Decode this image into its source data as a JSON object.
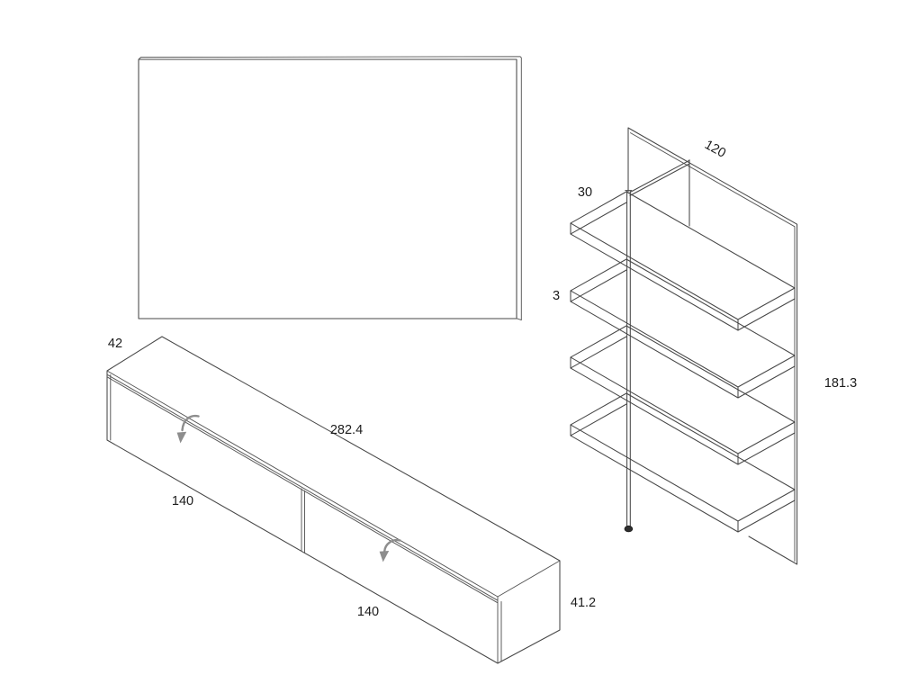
{
  "colors": {
    "background": "#ffffff",
    "line": "#474747",
    "arrow": "#8d8d8d",
    "text": "#1c1c1c"
  },
  "labels": {
    "cabinet_depth": "42",
    "cabinet_width": "282.4",
    "left_door_width": "140",
    "right_door_width": "140",
    "cabinet_height": "41.2",
    "shelf_unit_width": "120",
    "shelf_depth": "30",
    "shelf_thickness": "3",
    "shelf_unit_height": "181.3"
  }
}
